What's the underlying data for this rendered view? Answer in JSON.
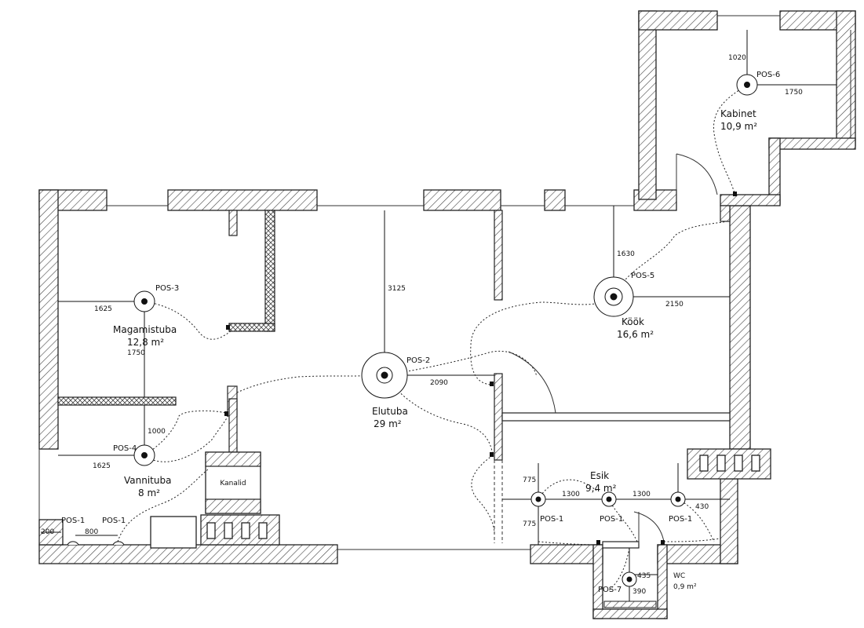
{
  "rooms": {
    "kabinet": {
      "name": "Kabinet",
      "area": "10,9 m²"
    },
    "magamistuba": {
      "name": "Magamistuba",
      "area": "12,8 m²"
    },
    "elutuba": {
      "name": "Elutuba",
      "area": "29 m²"
    },
    "kook": {
      "name": "Köök",
      "area": "16,6 m²"
    },
    "vannituba": {
      "name": "Vannituba",
      "area": "8 m²"
    },
    "esik": {
      "name": "Esik",
      "area": "9,4 m²"
    },
    "wc": {
      "name": "WC",
      "area": "0,9 m²"
    }
  },
  "fixtures": {
    "kanalid": "Kanalid"
  },
  "positions": {
    "pos1": "POS-1",
    "pos2": "POS-2",
    "pos3": "POS-3",
    "pos4": "POS-4",
    "pos5": "POS-5",
    "pos6": "POS-6",
    "pos7": "POS-7"
  },
  "dimensions": {
    "d1020": "1020",
    "d1750a": "1750",
    "d1630": "1630",
    "d2150": "2150",
    "d3125": "3125",
    "d1625a": "1625",
    "d1750b": "1750",
    "d1000": "1000",
    "d1625b": "1625",
    "d2090": "2090",
    "d775a": "775",
    "d775b": "775",
    "d1300a": "1300",
    "d1300b": "1300",
    "d430": "430",
    "d200": "200",
    "d800": "800",
    "d435": "435",
    "d390": "390"
  },
  "colors": {
    "wall": "#333333",
    "hatch": "#555555",
    "line": "#111111"
  }
}
